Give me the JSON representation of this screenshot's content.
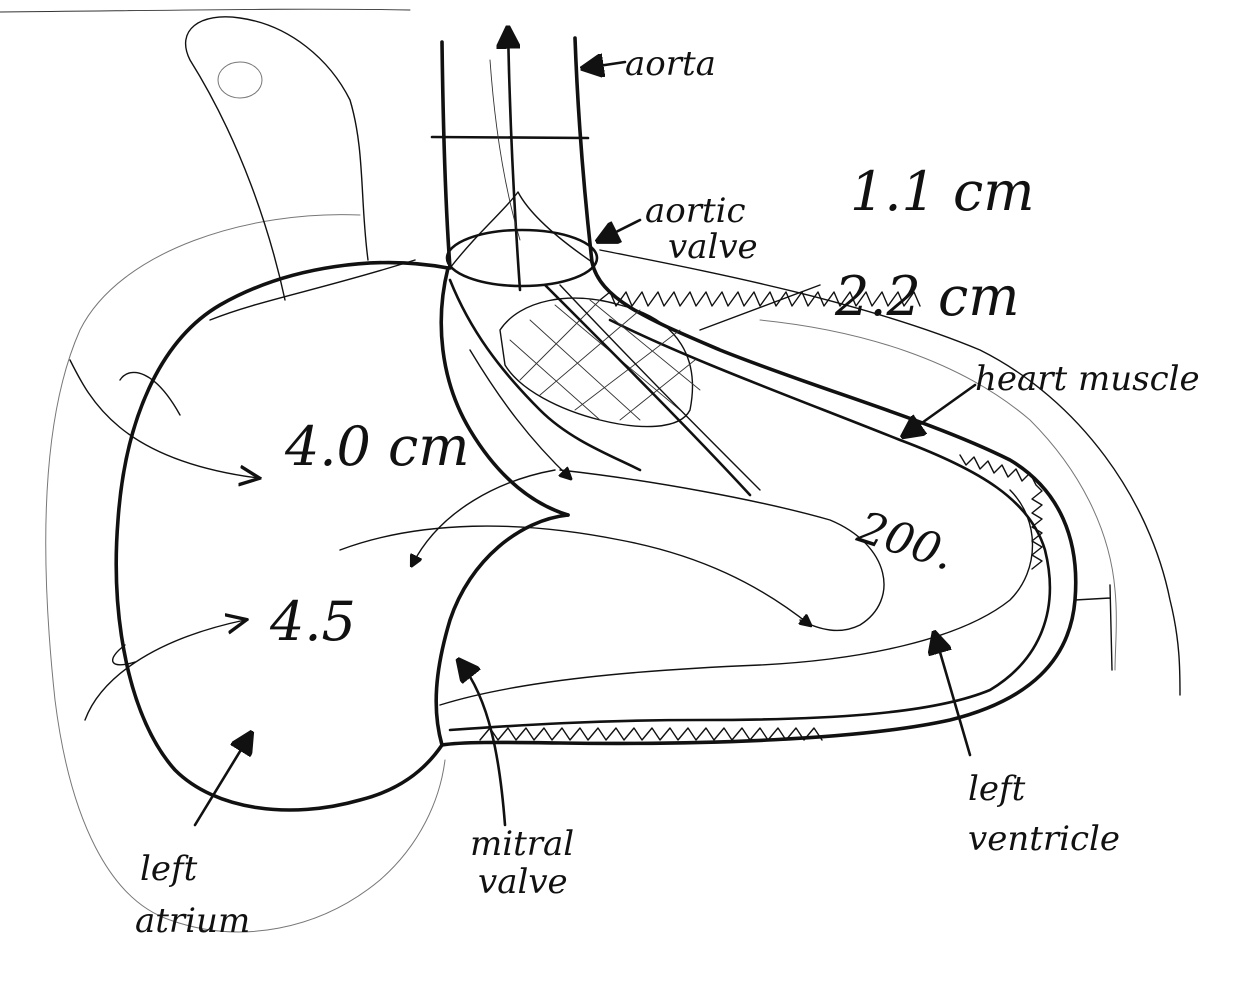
{
  "labels": {
    "aorta": "aorta",
    "aortic_valve_line1": "aortic",
    "aortic_valve_line2": "valve",
    "heart_muscle": "heart muscle",
    "left_atrium_line1": "left",
    "left_atrium_line2": "atrium",
    "mitral_valve_line1": "mitral",
    "mitral_valve_line2": "valve",
    "left_ventricle_line1": "left",
    "left_ventricle_line2": "ventricle"
  },
  "measurements": {
    "aortic_root": "1.1 cm",
    "lvot": "2.2 cm",
    "atrium_upper": "4.0 cm",
    "atrium_lower": "4.5",
    "ventricle_volume": "200."
  }
}
